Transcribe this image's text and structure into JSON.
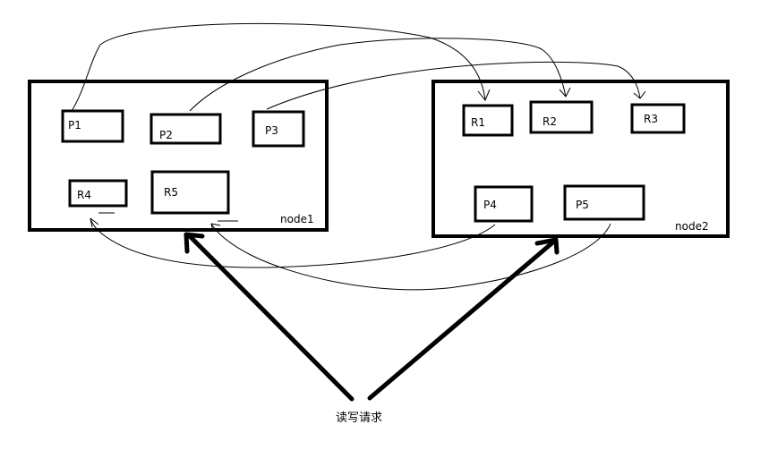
{
  "nodes": [
    {
      "id": "node1",
      "label": "node1"
    },
    {
      "id": "node2",
      "label": "node2"
    }
  ],
  "shards": [
    {
      "id": "P1",
      "label": "P1"
    },
    {
      "id": "P2",
      "label": "P2"
    },
    {
      "id": "P3",
      "label": "P3"
    },
    {
      "id": "R4",
      "label": "R4"
    },
    {
      "id": "R5",
      "label": "R5"
    },
    {
      "id": "R1",
      "label": "R1"
    },
    {
      "id": "R2",
      "label": "R2"
    },
    {
      "id": "R3",
      "label": "R3"
    },
    {
      "id": "P4",
      "label": "P4"
    },
    {
      "id": "P5",
      "label": "P5"
    }
  ],
  "replication_links": [
    {
      "from": "P1",
      "to": "R1"
    },
    {
      "from": "P2",
      "to": "R2"
    },
    {
      "from": "P3",
      "to": "R3"
    },
    {
      "from": "P4",
      "to": "R4"
    },
    {
      "from": "P5",
      "to": "R5"
    }
  ],
  "request_label": "读写请求",
  "request_targets": [
    "node1",
    "node2"
  ]
}
